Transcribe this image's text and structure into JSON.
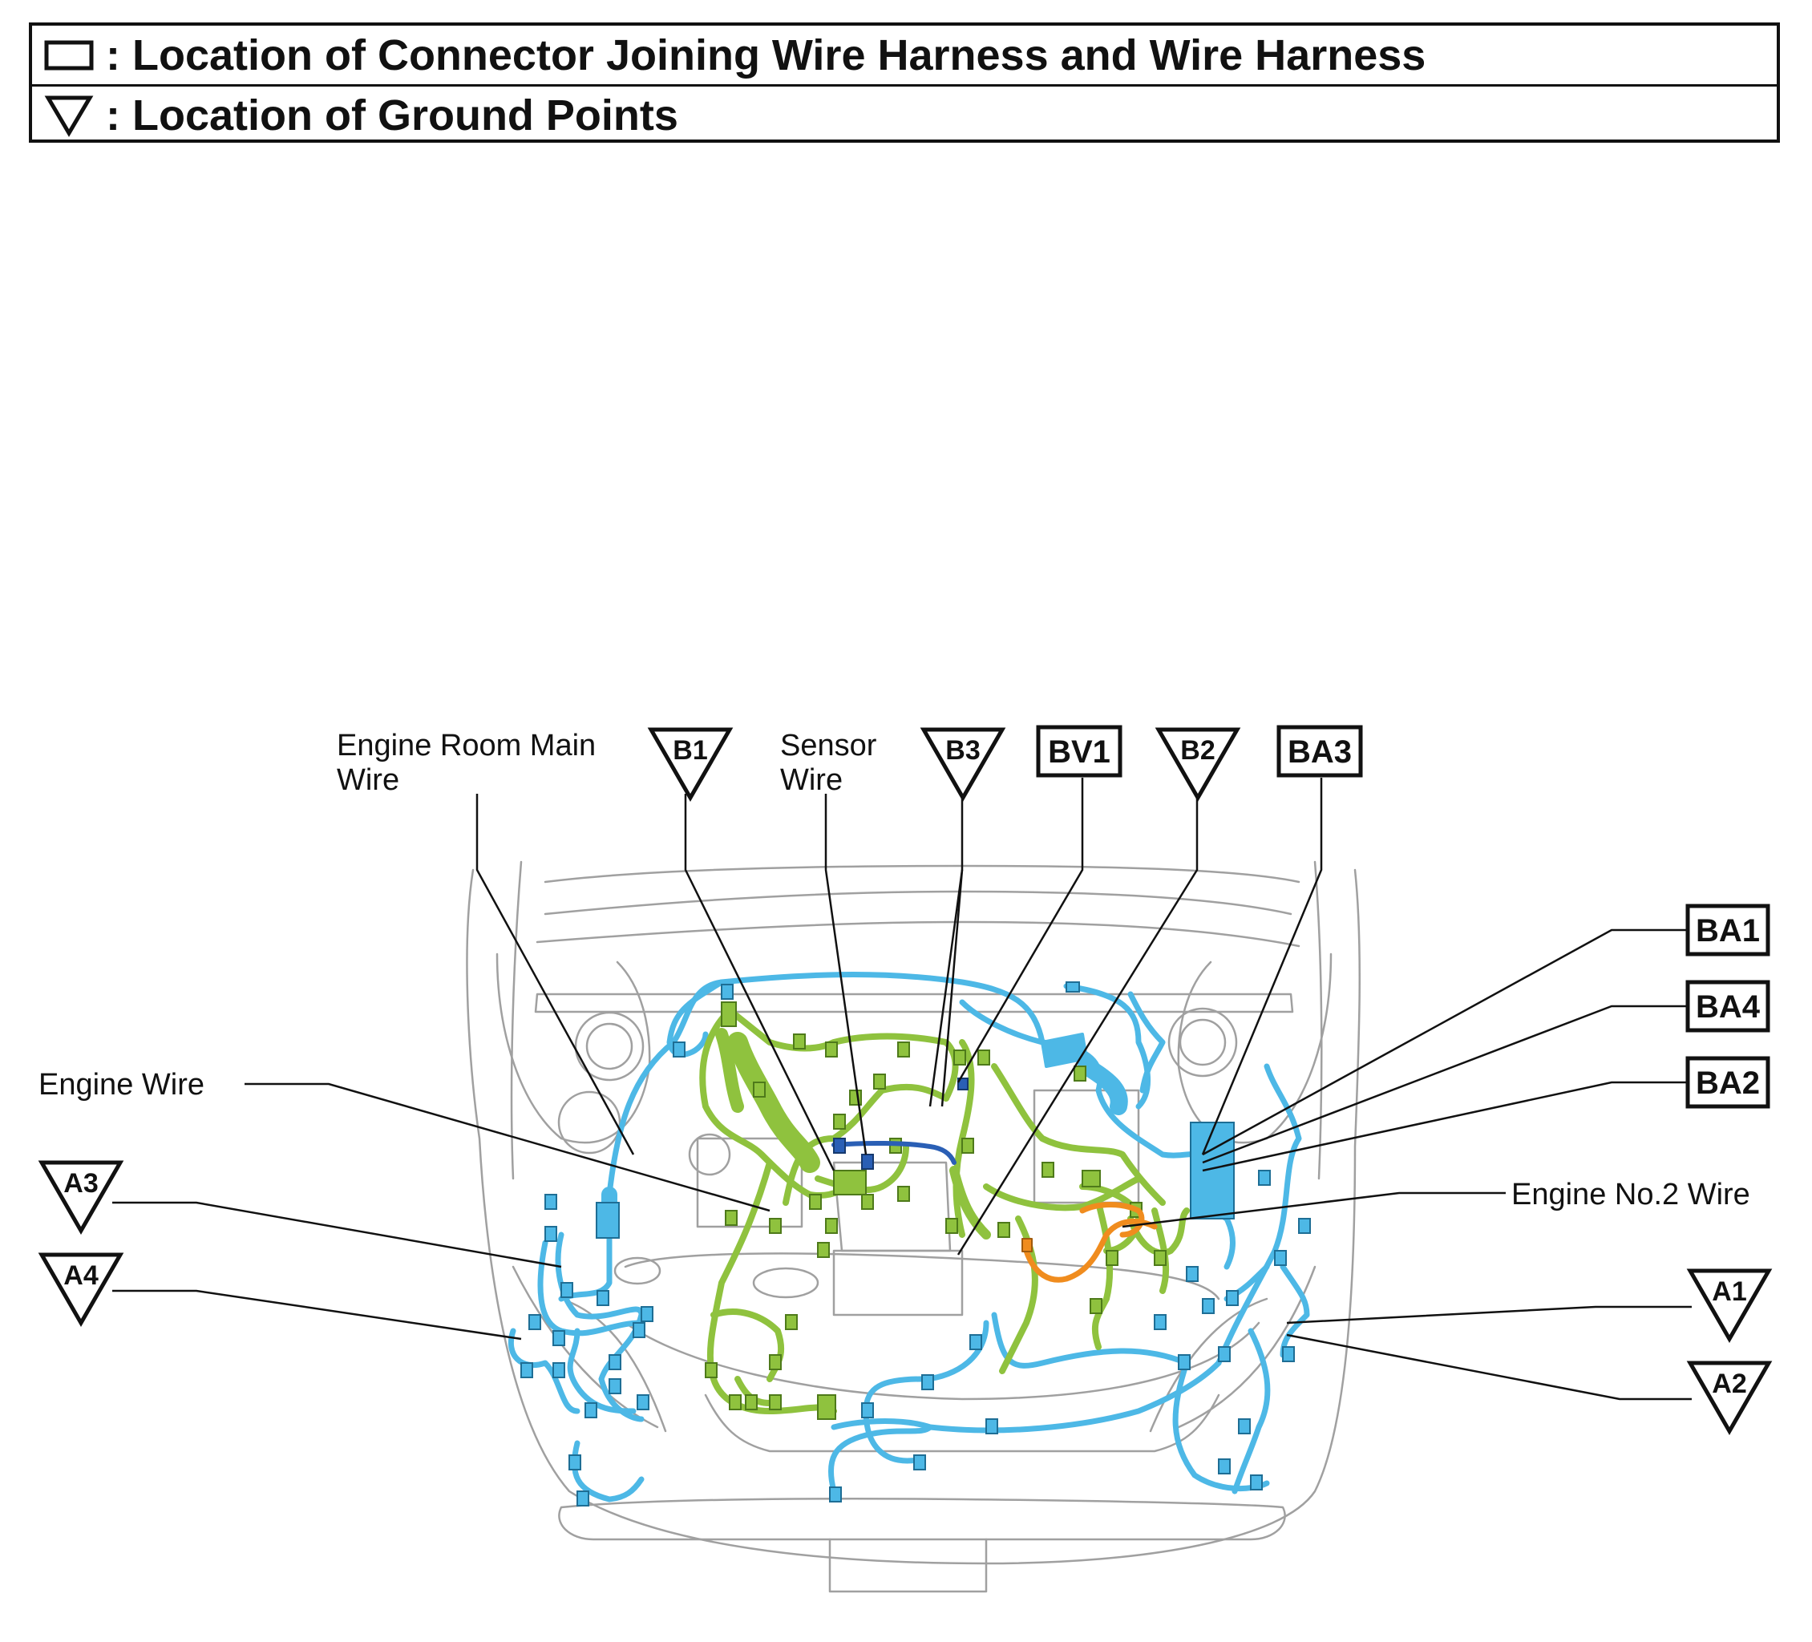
{
  "legend": {
    "connector_text": ": Location of Connector Joining Wire Harness and Wire Harness",
    "connector_icon": "rectangle-outline-icon",
    "ground_text": ": Location of Ground Points",
    "ground_icon": "triangle-down-outline-icon"
  },
  "wire_labels": {
    "engine_room_main_line1": "Engine Room Main",
    "engine_room_main_line2": "Wire",
    "sensor_line1": "Sensor",
    "sensor_line2": "Wire",
    "engine_wire": "Engine Wire",
    "engine_no2_wire": "Engine No.2 Wire"
  },
  "ground_points": {
    "b1": "B1",
    "b3": "B3",
    "b2": "B2",
    "a3": "A3",
    "a4": "A4",
    "a1": "A1",
    "a2": "A2"
  },
  "connectors": {
    "bv1": "BV1",
    "ba3": "BA3",
    "ba1": "BA1",
    "ba4": "BA4",
    "ba2": "BA2"
  },
  "colors": {
    "engine_room_main_wire": "#4db8e6",
    "engine_wire": "#8fc23e",
    "sensor_wire": "#2a5fb5",
    "engine_no2_wire": "#f08c1e",
    "vehicle_outline": "#a0a0a0"
  }
}
